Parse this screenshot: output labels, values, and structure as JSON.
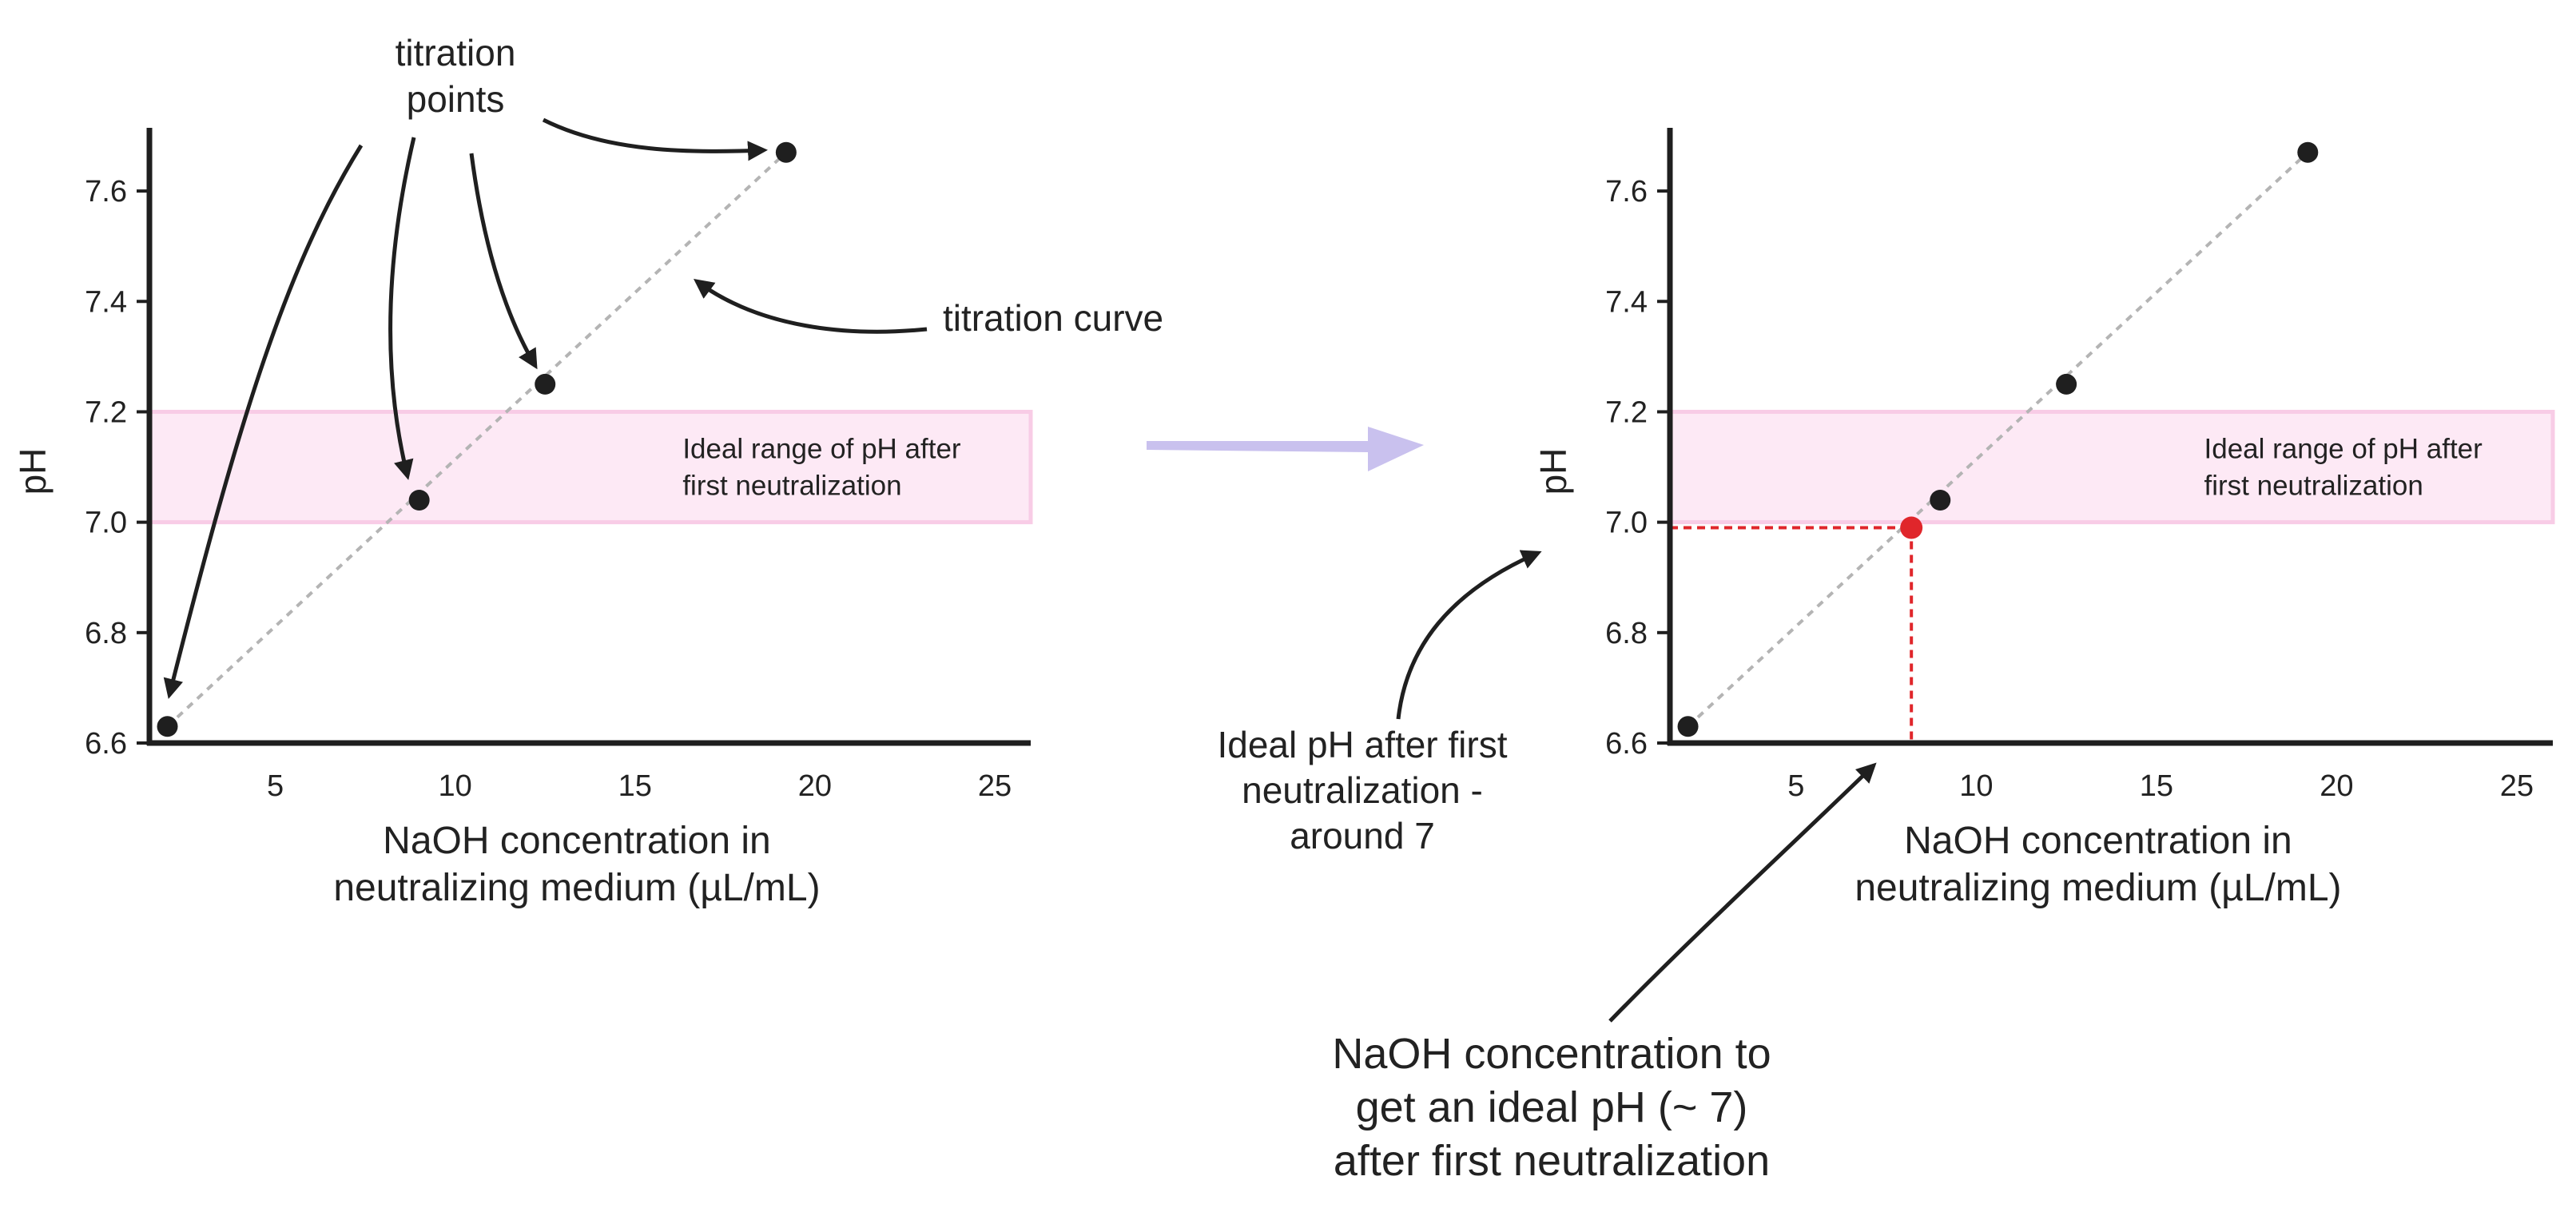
{
  "colors": {
    "axis": "#1f1f1f",
    "point": "#1f1f1f",
    "curve": "#b4b4b4",
    "band_fill": "#fde9f5",
    "band_stroke": "#f8cce6",
    "highlight": "#e0262b",
    "transition_arrow": "#c9c1ee",
    "text": "#222222"
  },
  "annotations": {
    "titration_points": [
      "titration",
      "points"
    ],
    "titration_curve": "titration curve",
    "ideal_ph": [
      "Ideal pH after first",
      "neutralization -",
      "around 7"
    ],
    "naoh_target": [
      "NaOH concentration to",
      "get an ideal pH (~ 7)",
      "after first neutralization"
    ]
  },
  "chart_data": [
    {
      "type": "scatter",
      "xlabel": [
        "NaOH concentration in",
        "neutralizing medium (µL/mL)"
      ],
      "ylabel": "pH",
      "xlim": [
        1.5,
        26
      ],
      "ylim": [
        6.6,
        7.7
      ],
      "x_ticks": [
        5,
        10,
        15,
        20,
        25
      ],
      "y_ticks": [
        6.6,
        6.8,
        7.0,
        7.2,
        7.4,
        7.6
      ],
      "y_tick_labels": [
        "6.6",
        "6.8",
        "7.0",
        "7.2",
        "7.4",
        "7.6"
      ],
      "band": {
        "y_from": 7.0,
        "y_to": 7.2,
        "label": [
          "Ideal range of pH after",
          "first neutralization"
        ]
      },
      "series": [
        {
          "x": [
            2,
            9,
            12.5,
            19.2
          ],
          "y": [
            6.63,
            7.04,
            7.25,
            7.67
          ]
        }
      ],
      "grid": false
    },
    {
      "type": "scatter",
      "xlabel": [
        "NaOH concentration in",
        "neutralizing medium (µL/mL)"
      ],
      "ylabel": "pH",
      "xlim": [
        1.5,
        26
      ],
      "ylim": [
        6.6,
        7.7
      ],
      "x_ticks": [
        5,
        10,
        15,
        20,
        25
      ],
      "y_ticks": [
        6.6,
        6.8,
        7.0,
        7.2,
        7.4,
        7.6
      ],
      "y_tick_labels": [
        "6.6",
        "6.8",
        "7.0",
        "7.2",
        "7.4",
        "7.6"
      ],
      "band": {
        "y_from": 7.0,
        "y_to": 7.2,
        "label": [
          "Ideal range of pH after",
          "first neutralization"
        ]
      },
      "series": [
        {
          "x": [
            2,
            9,
            12.5,
            19.2
          ],
          "y": [
            6.63,
            7.04,
            7.25,
            7.67
          ]
        }
      ],
      "highlight_point": {
        "x": 8.2,
        "y": 6.99
      },
      "grid": false
    }
  ]
}
